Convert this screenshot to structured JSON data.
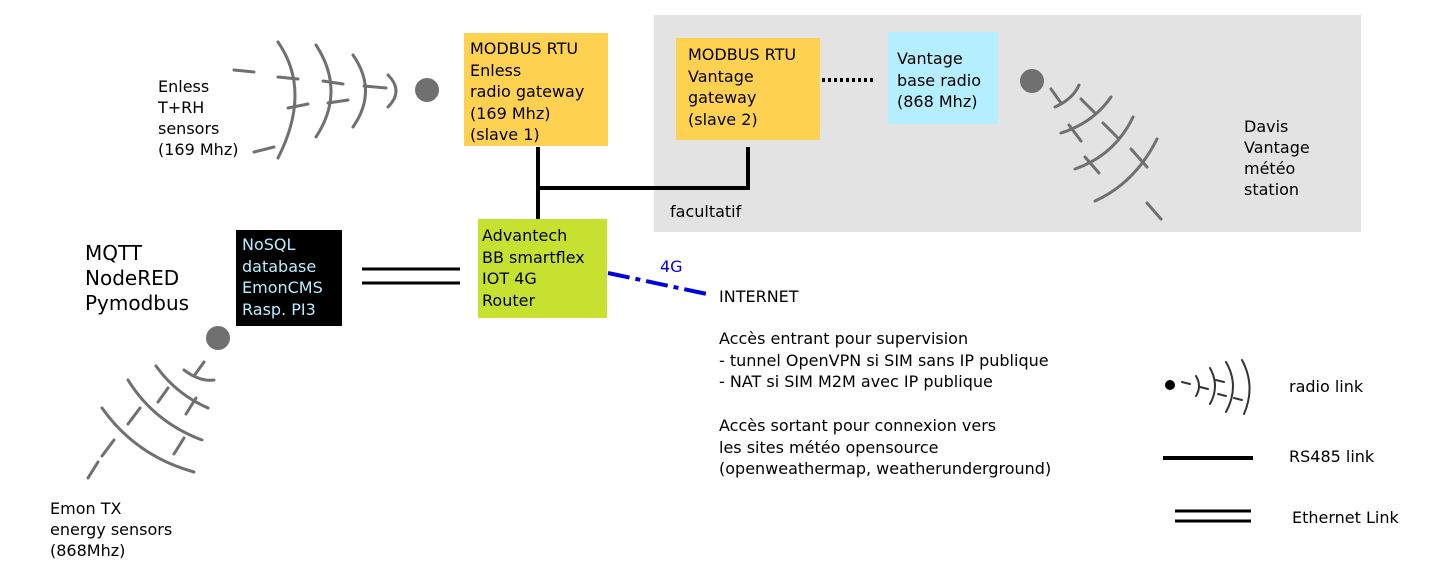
{
  "colors": {
    "gateway_yellow": "#fed250",
    "base_radio_cyan": "#b5efff",
    "router_green": "#c6e130",
    "database_black": "#000000",
    "optional_zone_gray": "#e3e3e3",
    "link_4g_blue": "#0000dd",
    "radio_gray": "#707070"
  },
  "nodes": {
    "enless_gateway": [
      "MODBUS RTU",
      "Enless",
      "radio gateway",
      "(169 Mhz)",
      "(slave 1)"
    ],
    "vantage_gateway": [
      "MODBUS RTU",
      "Vantage",
      "gateway",
      "(slave 2)"
    ],
    "vantage_base": [
      "Vantage",
      "base radio",
      "(868 Mhz)"
    ],
    "router": [
      "Advantech",
      "BB smartflex",
      "IOT 4G",
      "Router"
    ],
    "database": [
      "NoSQL",
      "database",
      "EmonCMS",
      "Rasp. PI3"
    ]
  },
  "labels": {
    "enless_sensors": [
      "Enless",
      "T+RH",
      "sensors",
      "(169 Mhz)"
    ],
    "davis_station": [
      "Davis",
      "Vantage",
      "météo",
      "station"
    ],
    "software": [
      "MQTT",
      "NodeRED",
      "Pymodbus"
    ],
    "emon_sensors": [
      "Emon TX",
      "energy sensors",
      "(868Mhz)"
    ],
    "optional": "facultatif",
    "link_4g": "4G",
    "internet": "INTERNET",
    "notes": [
      "Accès entrant pour supervision",
      "- tunnel OpenVPN si SIM sans IP publique",
      "- NAT si SIM M2M avec IP publique",
      "",
      "Accès sortant pour connexion vers",
      "les sites météo opensource",
      "(openweathermap, weatherunderground)"
    ]
  },
  "legend": {
    "radio": "radio link",
    "rs485": "RS485 link",
    "ethernet": "Ethernet Link"
  },
  "icons": {
    "radio_antenna": "radio-antenna-icon"
  }
}
